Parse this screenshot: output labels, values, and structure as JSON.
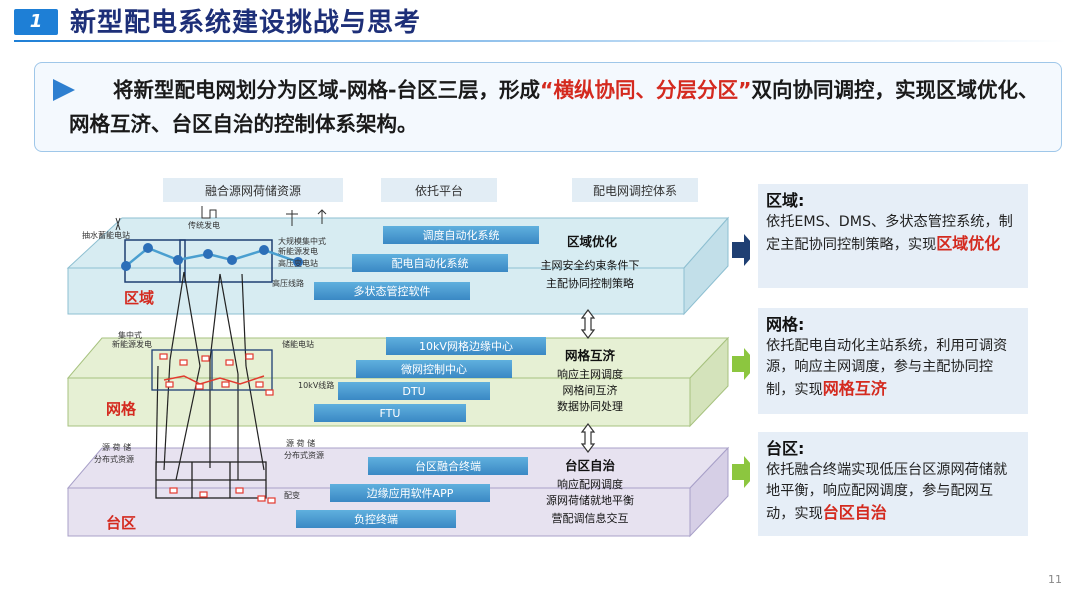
{
  "header": {
    "section_number": "1",
    "title": "新型配电系统建设挑战与思考"
  },
  "intro": {
    "part1": "将新型配电网划分为区域-网格-台区三层，形成",
    "highlight": "“横纵协同、分层分区”",
    "part2": "双向协同调控，实现区域优化、网格互济、台区自治的控制体系架构。"
  },
  "diagram": {
    "columns": [
      "融合源网荷储资源",
      "依托平台",
      "配电网调控体系"
    ],
    "layers": [
      {
        "name": "区域",
        "systems": [
          "调度自动化系统",
          "配电自动化系统",
          "多状态管控软件"
        ],
        "control_title": "区域优化",
        "control_lines": [
          "主网安全约束条件下",
          "主配协同控制策略"
        ],
        "resources": [
          "抽水蓄能电站",
          "传统发电",
          "大规模集中式",
          "新能源发电",
          "高压变电站",
          "高压线路"
        ]
      },
      {
        "name": "网格",
        "systems": [
          "10kV网格边缘中心",
          "微网控制中心",
          "DTU",
          "FTU"
        ],
        "control_title": "网格互济",
        "control_lines": [
          "响应主网调度",
          "网格间互济",
          "数据协同处理"
        ],
        "resources": [
          "集中式",
          "新能源发电",
          "储能电站",
          "10kV线路"
        ]
      },
      {
        "name": "台区",
        "systems": [
          "台区融合终端",
          "边缘应用软件APP",
          "负控终端"
        ],
        "control_title": "台区自治",
        "control_lines": [
          "响应配网调度",
          "源网荷储就地平衡",
          "营配调信息交互"
        ],
        "resources": [
          "源 荷 储",
          "分布式资源",
          "源 荷 储",
          "分布式资源",
          "配变"
        ]
      }
    ]
  },
  "side_boxes": [
    {
      "title": "区域:",
      "body": "依托EMS、DMS、多状态管控系统，制定主配协同控制策略，实现",
      "highlight": "区域优化"
    },
    {
      "title": "网格:",
      "body": "依托配电自动化主站系统，利用可调资源，响应主网调度，参与主配协同控制，实现",
      "highlight": "网格互济"
    },
    {
      "title": "台区:",
      "body": "依托融合终端实现低压台区源网荷储就地平衡，响应配网调度，参与配网互动，实现",
      "highlight": "台区自治"
    }
  ],
  "page_number": "11",
  "colors": {
    "region": "#d7ecf2",
    "grid": "#e6f0d4",
    "station": "#e7e2f0",
    "bar": "#4a9fd0",
    "accent": "#d42a1f",
    "arrow_dark": "#1f3f73",
    "arrow_green": "#8cc63f"
  }
}
